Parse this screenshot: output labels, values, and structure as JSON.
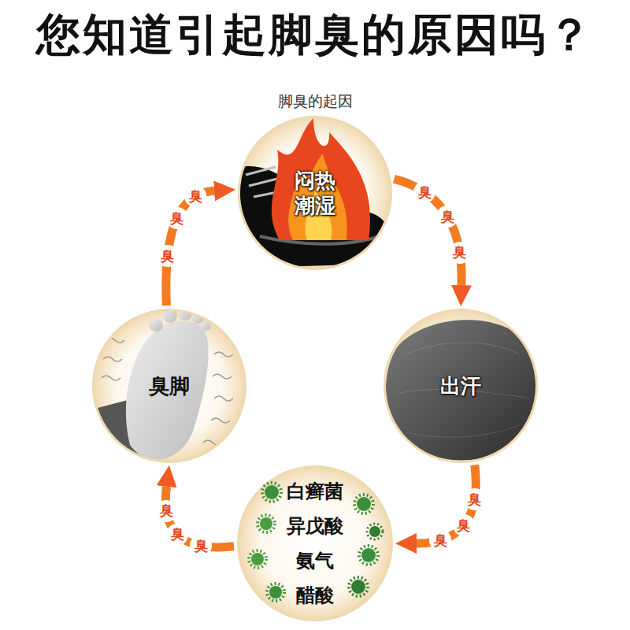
{
  "diagram": {
    "title": "您知道引起脚臭的原因吗？",
    "nodes": [
      {
        "text": [
          "闷热 潮湿"
        ]
      },
      {
        "text": [
          "臭脚"
        ]
      },
      {
        "text": [
          "出汗"
        ]
      },
      {
        "text": [
          "白癣菌",
          "异戊酸",
          "氨气",
          "醋酸"
        ]
      }
    ],
    "edges": [
      {
        "from": 0,
        "to": 2,
        "arrow": "to",
        "label": "臭"
      },
      {
        "from": 2,
        "to": 3,
        "arrow": "to",
        "label": "臭"
      },
      {
        "from": 3,
        "to": 1,
        "arrow": "to",
        "label": "臭"
      },
      {
        "from": 1,
        "to": 0,
        "arrow": "to",
        "label": "臭"
      }
    ],
    "labels": [
      "脚臭的起因",
      "臭",
      "臭",
      "臭",
      "臭",
      "臭",
      "臭",
      "臭",
      "臭"
    ]
  }
}
